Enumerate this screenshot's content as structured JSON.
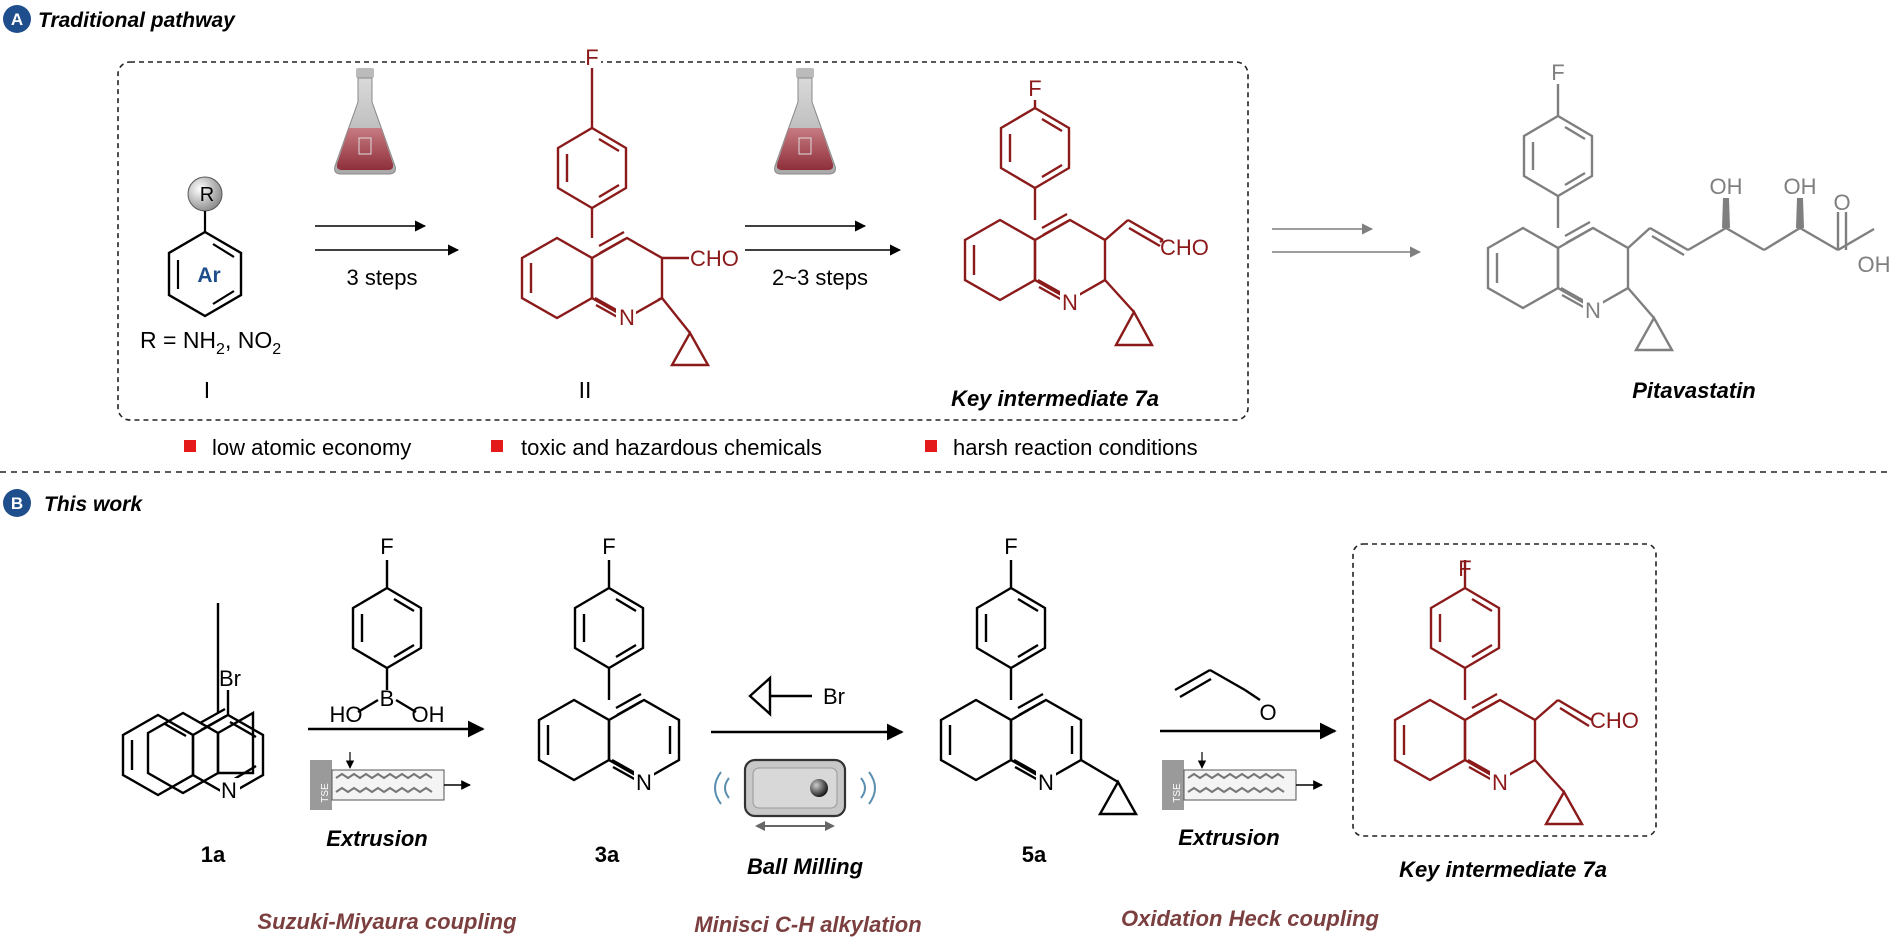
{
  "colors": {
    "dark_red": "#8b1a1a",
    "gray": "#7f7f7f",
    "badge_blue": "#1f4e8c",
    "bullet_red": "#e41a1a",
    "step_title": "#7b3f3f"
  },
  "panel_a": {
    "badge": "A",
    "title": "Traditional pathway",
    "substituent_label": "R",
    "ring_label": "Ar",
    "r_def": {
      "prefix": "R = NH",
      "sub1": "2",
      "mid": ", NO",
      "sub2": "2"
    },
    "label_I": "I",
    "label_II": "II",
    "step1": "3 steps",
    "step2": "2~3 steps",
    "atom_F": "F",
    "atom_N": "N",
    "cho": "CHO",
    "oh": "OH",
    "o": "O",
    "key_label": "Key intermediate 7a",
    "product_label": "Pitavastatin",
    "drawbacks": [
      "low atomic economy",
      "toxic and hazardous chemicals",
      "harsh reaction conditions"
    ]
  },
  "panel_b": {
    "badge": "B",
    "title": "This work",
    "atom_Br": "Br",
    "atom_B": "B",
    "ho": "HO",
    "oh": "OH",
    "atom_F": "F",
    "atom_N": "N",
    "atom_O": "O",
    "cho": "CHO",
    "tse": "TSE",
    "compounds": [
      "1a",
      "3a",
      "5a"
    ],
    "key_label": "Key intermediate 7a",
    "method1": "Extrusion",
    "method2": "Ball  Milling",
    "method3": "Extrusion",
    "reactions": [
      "Suzuki-Miyaura coupling",
      "Minisci C-H alkylation",
      "Oxidation Heck coupling"
    ]
  }
}
